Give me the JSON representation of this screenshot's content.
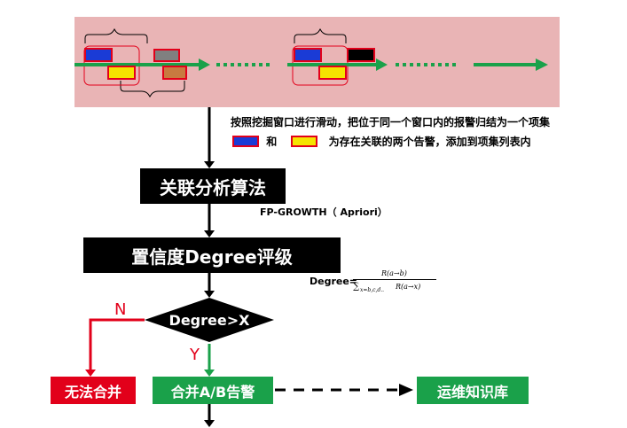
{
  "window_note_line1": "按照挖掘窗口进行滑动，把位于同一个窗口内的报警归结为一个项集",
  "window_note_line2_a": "和",
  "window_note_line2_b": "为存在关联的两个告警，添加到项集列表内",
  "colors": {
    "blue_alarm": "#1a3bd6",
    "yellow_alarm": "#f5e400",
    "red_border": "#e2001a",
    "green": "#1aa14a",
    "band": "#e9b4b5"
  },
  "step1": {
    "label": "关联分析算法",
    "algorithms": "FP-GROWTH（ Apriori）"
  },
  "step2": {
    "label": "置信度Degree评级",
    "formula_lhs": "Degree=",
    "formula_num": "R(a→b)",
    "formula_den_sum": "∑",
    "formula_den_sub": "x=b,c,d..",
    "formula_den": "R(a→x)"
  },
  "decision": {
    "label": "Degree>X",
    "no": "N",
    "yes": "Y"
  },
  "outcomes": {
    "reject": "无法合并",
    "merge": "合并A/B告警",
    "kb": "运维知识库"
  }
}
